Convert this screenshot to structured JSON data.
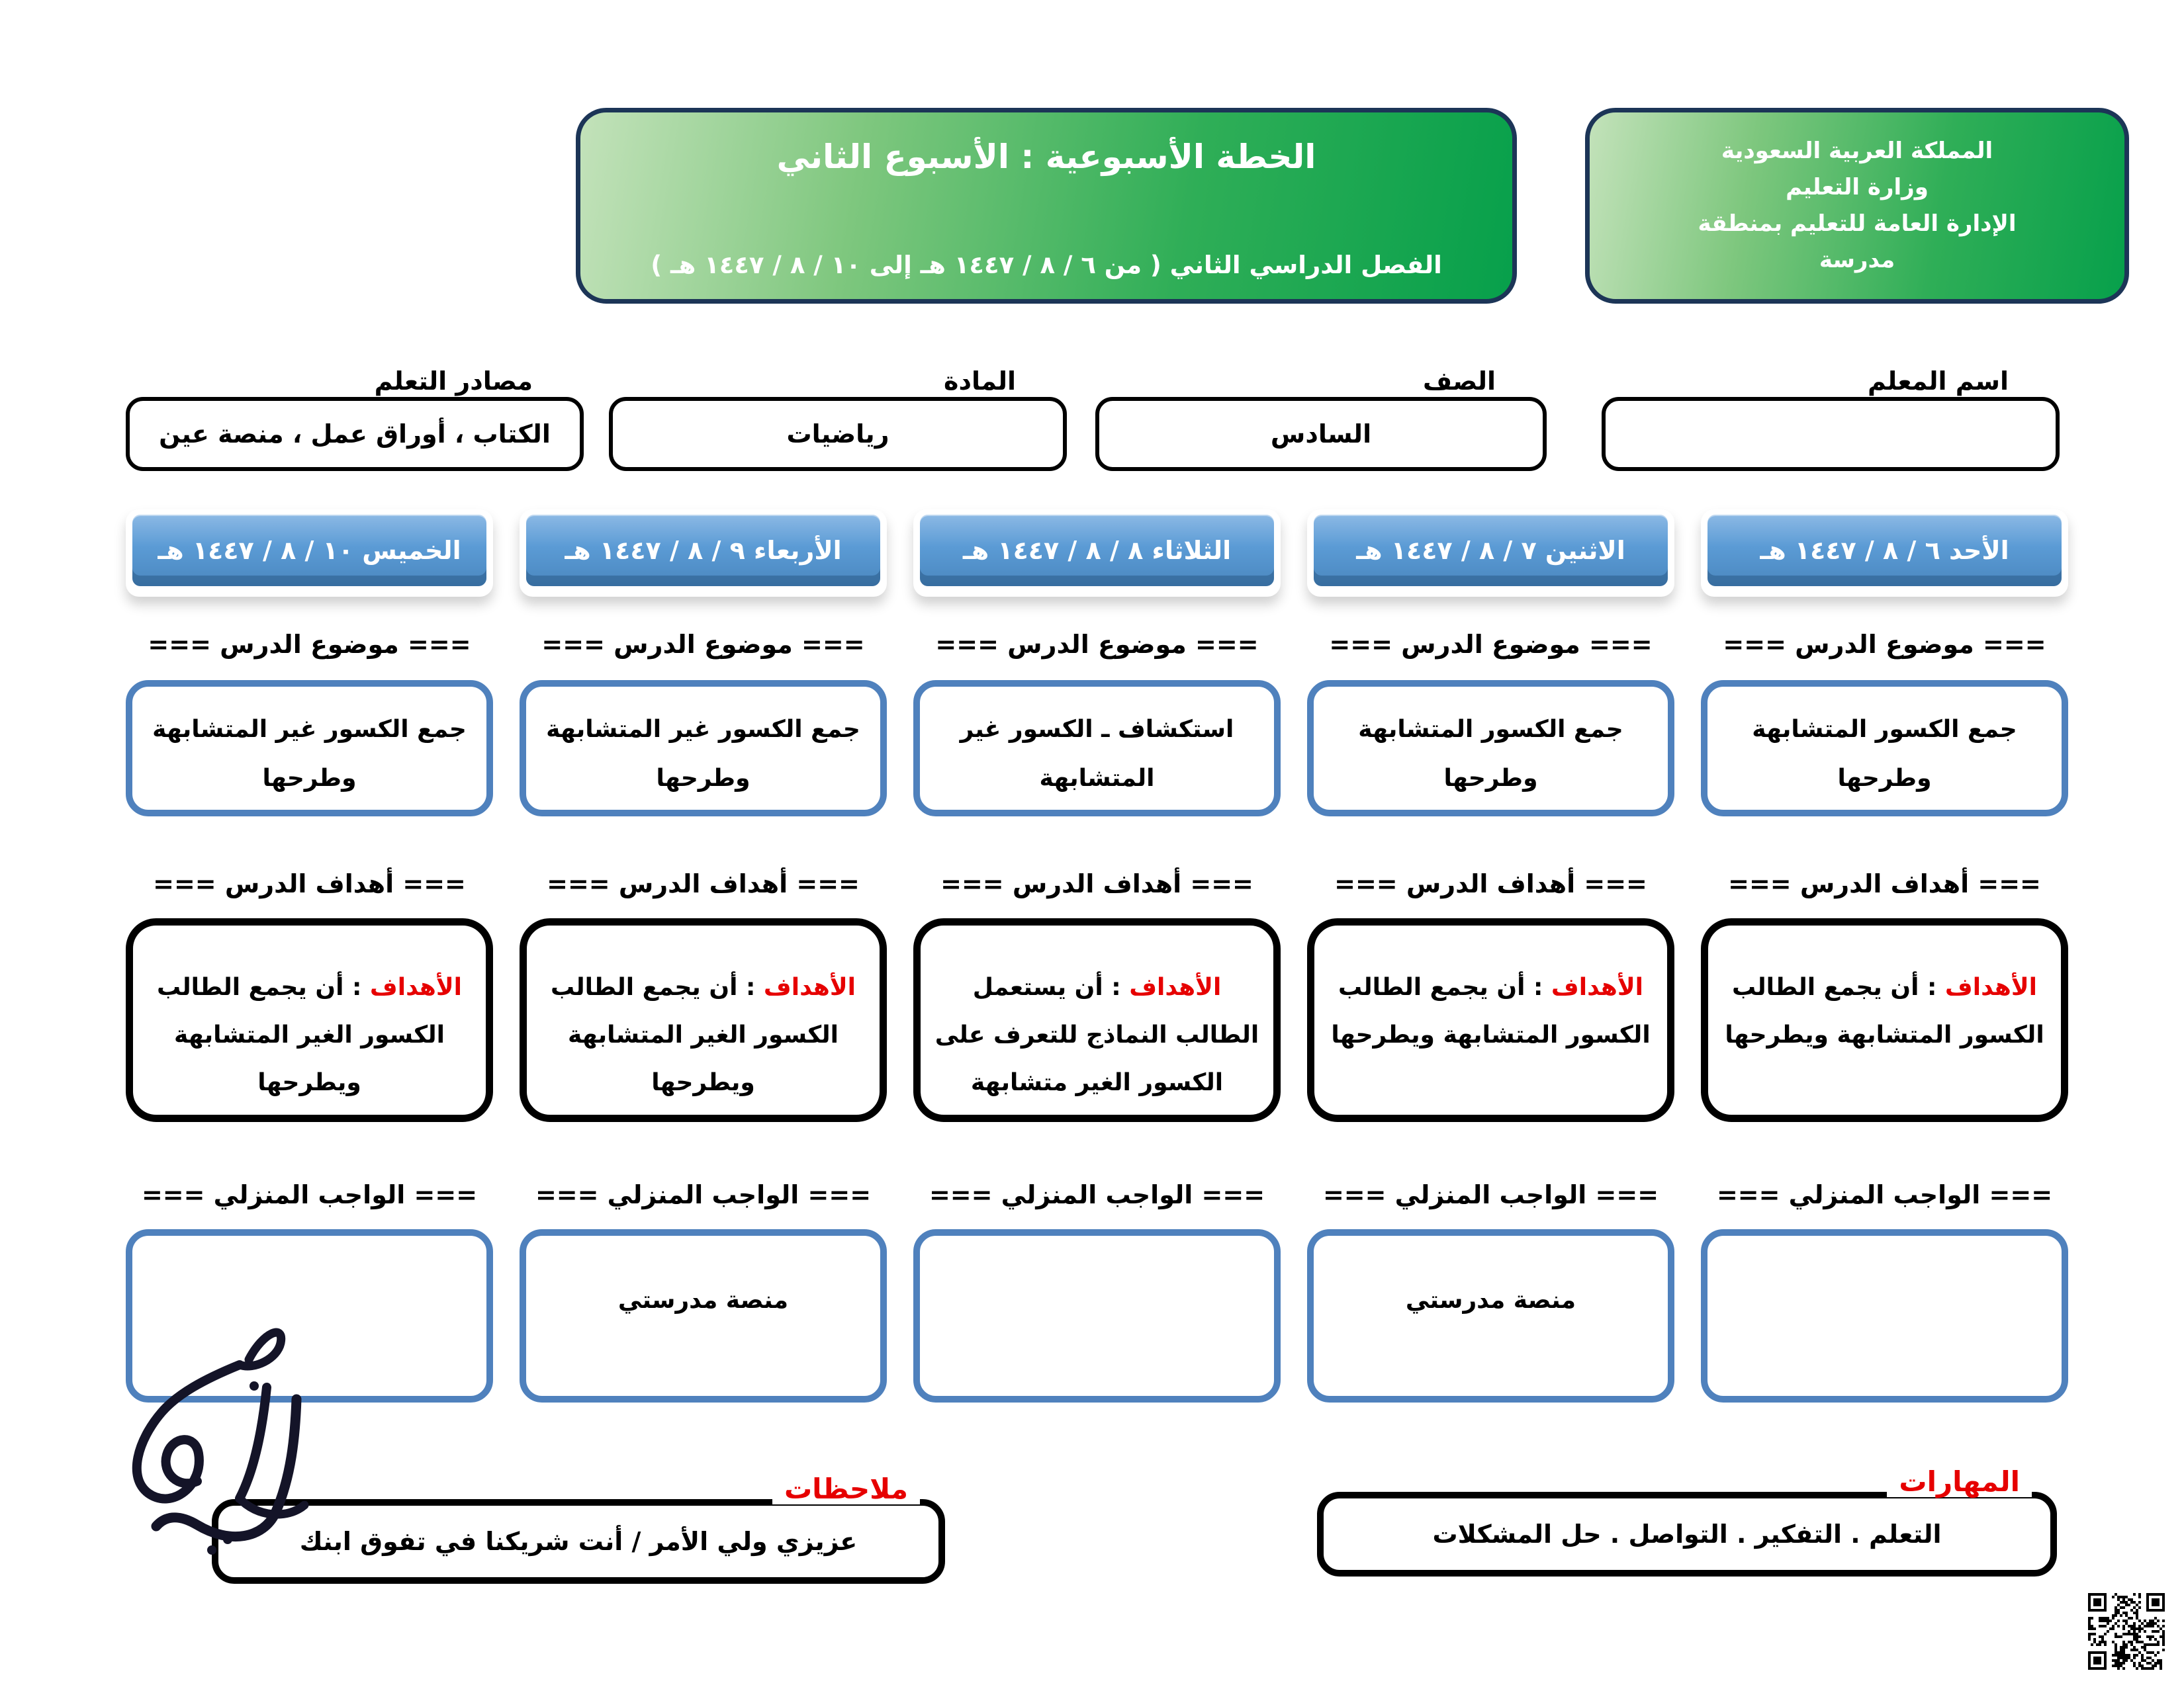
{
  "header": {
    "ministry": {
      "lines": [
        "المملكة العربية السعودية",
        "وزارة التعليم",
        "الإدارة العامة للتعليم بمنطقة",
        "مدرسة"
      ]
    },
    "plan_title": "الخطة الأسبوعية : الأسبوع الثاني",
    "plan_subtitle": "الفصل الدراسي الثاني ( من ٦ / ٨ / ١٤٤٧ هـ إلى ١٠ / ٨ / ١٤٤٧ هـ )"
  },
  "info_fields": {
    "teacher": {
      "label": "اسم المعلم",
      "value": ""
    },
    "grade": {
      "label": "الصف",
      "value": "السادس"
    },
    "subject": {
      "label": "المادة",
      "value": "رياضيات"
    },
    "resources": {
      "label": "مصادر التعلم",
      "value": "الكتاب ، أوراق عمل ، منصة عين"
    }
  },
  "section_headers": {
    "topic": "=== موضوع الدرس ===",
    "objectives": "=== أهداف الدرس ===",
    "homework": "=== الواجب المنزلي ==="
  },
  "objective_label": "الأهداف",
  "objective_separator": " : ",
  "columns": [
    {
      "day": "الأحد ٦ / ٨ / ١٤٤٧ هـ",
      "topic": "جمع الكسور المتشابهة وطرحها",
      "objective": "أن يجمع الطالب الكسور المتشابهة ويطرحها",
      "homework": ""
    },
    {
      "day": "الاثنين ٧ / ٨ / ١٤٤٧ هـ",
      "topic": "جمع الكسور المتشابهة وطرحها",
      "objective": "أن يجمع الطالب الكسور المتشابهة ويطرحها",
      "homework": "منصة مدرستي"
    },
    {
      "day": "الثلاثاء ٨ / ٨ / ١٤٤٧ هـ",
      "topic": "استكشاف ـ الكسور غير المتشابهة",
      "objective": "أن يستعمل الطالب النماذج للتعرف على الكسور الغير متشابهة",
      "homework": ""
    },
    {
      "day": "الأربعاء ٩ / ٨ / ١٤٤٧ هـ",
      "topic": "جمع الكسور غير المتشابهة وطرحها",
      "objective": "أن يجمع الطالب الكسور الغير المتشابهة ويطرحها",
      "homework": "منصة مدرستي"
    },
    {
      "day": "الخميس ١٠ / ٨ / ١٤٤٧ هـ",
      "topic": "جمع الكسور غير المتشابهة وطرحها",
      "objective": "أن يجمع الطالب الكسور الغير المتشابهة ويطرحها",
      "homework": ""
    }
  ],
  "skills": {
    "label": "المهارات",
    "value": "التعلم . التفكير . التواصل . حل المشكلات"
  },
  "notes": {
    "label": "ملاحظات",
    "value": "عزيزي ولي الأمر / أنت شريكنا في تفوق ابنك"
  },
  "icons": {
    "qr": "qr-code",
    "signature": "handwritten-signature"
  },
  "colors": {
    "green_dark": "#07a04b",
    "green_light": "#c3e2ba",
    "navy_border": "#1c3557",
    "blue_border": "#4f81bd",
    "day_button_blue": "#5b9bd5",
    "accent_red": "#e60000"
  }
}
